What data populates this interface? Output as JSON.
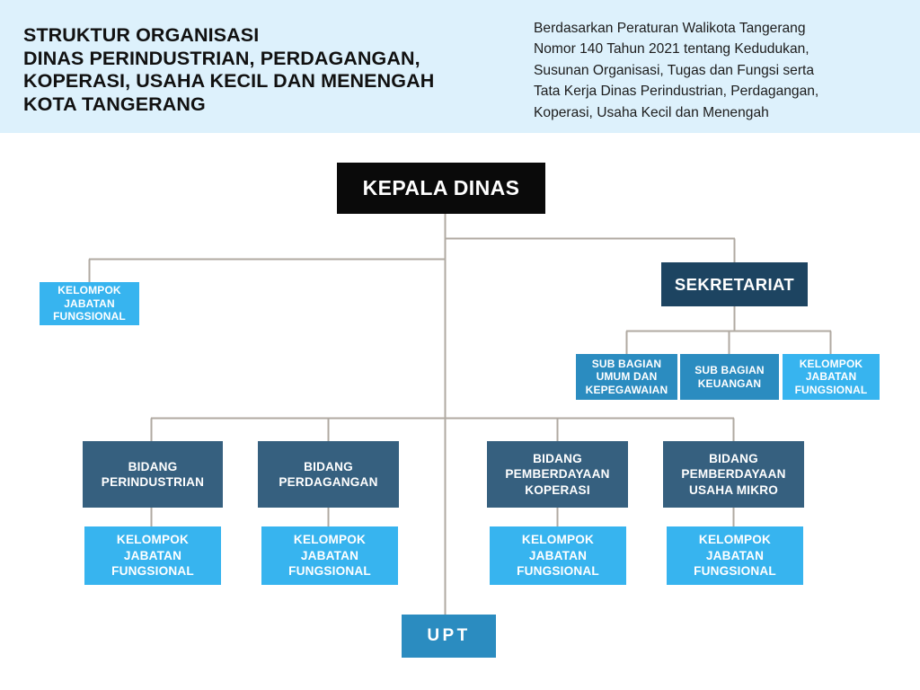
{
  "header": {
    "title": "STRUKTUR ORGANISASI\nDINAS PERINDUSTRIAN, PERDAGANGAN,\nKOPERASI, USAHA KECIL DAN MENENGAH\nKOTA TANGERANG",
    "note": "Berdasarkan Peraturan Walikota Tangerang\nNomor 140 Tahun 2021 tentang Kedudukan,\nSusunan Organisasi, Tugas dan Fungsi serta\nTata Kerja Dinas Perindustrian, Perdagangan,\nKoperasi, Usaha Kecil dan Menengah",
    "background_color": "#ddf1fc"
  },
  "colors": {
    "root": "#0a0a0a",
    "navy": "#1d4461",
    "slate": "#36607f",
    "mid_blue": "#2b8cc0",
    "cyan": "#37b4ef",
    "connector": "#b0aaa2",
    "page_background": "#ffffff"
  },
  "chart_data": {
    "type": "diagram",
    "diagram_kind": "organization-chart",
    "nodes": [
      {
        "id": "kepala-dinas",
        "label": "KEPALA DINAS",
        "level": 0,
        "style": "root"
      },
      {
        "id": "kelompok-jabatan-fungsional-dinas",
        "label": "KELOMPOK\nJABATAN\nFUNGSIONAL",
        "level": 1,
        "style": "cyan"
      },
      {
        "id": "sekretariat",
        "label": "SEKRETARIAT",
        "level": 1,
        "style": "navy"
      },
      {
        "id": "sub-bagian-umum-dan-kepegawaian",
        "label": "SUB BAGIAN\nUMUM DAN\nKEPEGAWAIAN",
        "level": 2,
        "style": "mid_blue"
      },
      {
        "id": "sub-bagian-keuangan",
        "label": "SUB BAGIAN\nKEUANGAN",
        "level": 2,
        "style": "mid_blue"
      },
      {
        "id": "kelompok-jabatan-fungsional-sekretariat",
        "label": "KELOMPOK\nJABATAN\nFUNGSIONAL",
        "level": 2,
        "style": "cyan"
      },
      {
        "id": "bidang-perindustrian",
        "label": "BIDANG\nPERINDUSTRIAN",
        "level": 2,
        "style": "slate"
      },
      {
        "id": "bidang-perdagangan",
        "label": "BIDANG\nPERDAGANGAN",
        "level": 2,
        "style": "slate"
      },
      {
        "id": "bidang-pemberdayaan-koperasi",
        "label": "BIDANG\nPEMBERDAYAAN\nKOPERASI",
        "level": 2,
        "style": "slate"
      },
      {
        "id": "bidang-pemberdayaan-usaha-mikro",
        "label": "BIDANG\nPEMBERDAYAAN\nUSAHA MIKRO",
        "level": 2,
        "style": "slate"
      },
      {
        "id": "kelompok-jabatan-fungsional-perindustrian",
        "label": "KELOMPOK\nJABATAN\nFUNGSIONAL",
        "level": 3,
        "style": "cyan"
      },
      {
        "id": "kelompok-jabatan-fungsional-perdagangan",
        "label": "KELOMPOK\nJABATAN\nFUNGSIONAL",
        "level": 3,
        "style": "cyan"
      },
      {
        "id": "kelompok-jabatan-fungsional-koperasi",
        "label": "KELOMPOK\nJABATAN\nFUNGSIONAL",
        "level": 3,
        "style": "cyan"
      },
      {
        "id": "kelompok-jabatan-fungsional-usaha-mikro",
        "label": "KELOMPOK\nJABATAN\nFUNGSIONAL",
        "level": 3,
        "style": "cyan"
      },
      {
        "id": "upt",
        "label": "UPT",
        "level": 1,
        "style": "mid_blue"
      }
    ],
    "edges": [
      {
        "from": "kepala-dinas",
        "to": "kelompok-jabatan-fungsional-dinas"
      },
      {
        "from": "kepala-dinas",
        "to": "sekretariat"
      },
      {
        "from": "sekretariat",
        "to": "sub-bagian-umum-dan-kepegawaian"
      },
      {
        "from": "sekretariat",
        "to": "sub-bagian-keuangan"
      },
      {
        "from": "sekretariat",
        "to": "kelompok-jabatan-fungsional-sekretariat"
      },
      {
        "from": "kepala-dinas",
        "to": "bidang-perindustrian"
      },
      {
        "from": "kepala-dinas",
        "to": "bidang-perdagangan"
      },
      {
        "from": "kepala-dinas",
        "to": "bidang-pemberdayaan-koperasi"
      },
      {
        "from": "kepala-dinas",
        "to": "bidang-pemberdayaan-usaha-mikro"
      },
      {
        "from": "bidang-perindustrian",
        "to": "kelompok-jabatan-fungsional-perindustrian"
      },
      {
        "from": "bidang-perdagangan",
        "to": "kelompok-jabatan-fungsional-perdagangan"
      },
      {
        "from": "bidang-pemberdayaan-koperasi",
        "to": "kelompok-jabatan-fungsional-koperasi"
      },
      {
        "from": "bidang-pemberdayaan-usaha-mikro",
        "to": "kelompok-jabatan-fungsional-usaha-mikro"
      },
      {
        "from": "kepala-dinas",
        "to": "upt"
      }
    ]
  }
}
